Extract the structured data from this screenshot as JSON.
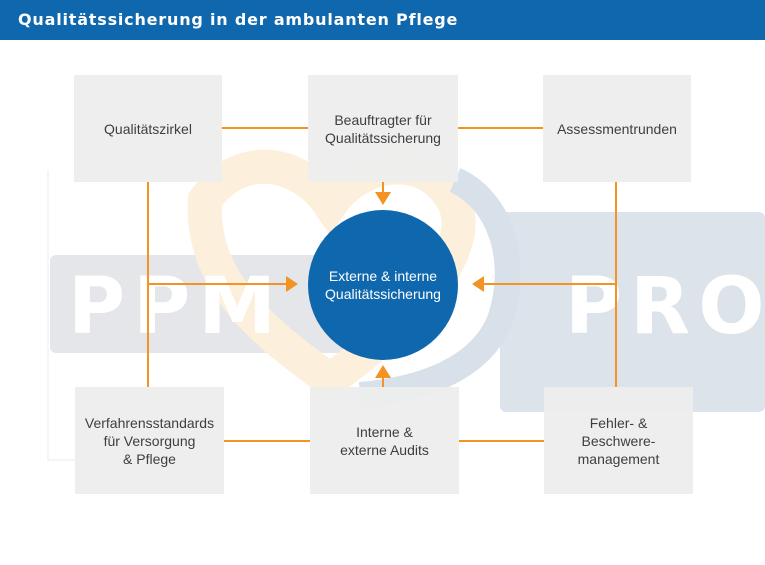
{
  "header": {
    "title": "Qualitätssicherung in der ambulanten Pflege"
  },
  "watermark": {
    "left_text": "PPM",
    "right_text": "PRO"
  },
  "diagram": {
    "center": "Externe & interne\nQualitätssicherung",
    "nodes": {
      "top_left": "Qualitätszirkel",
      "top_center": "Beauftragter für\nQualitätssicherung",
      "top_right": "Assessmentrunden",
      "bottom_left": "Verfahrensstandards\nfür Versorgung\n& Pflege",
      "bottom_center": "Interne &\nexterne Audits",
      "bottom_right": "Fehler- &\nBeschwere-\nmanagement"
    }
  },
  "colors": {
    "header_blue": "#0f67ad",
    "circle_blue": "#0f67ad",
    "connector_orange": "#f39323",
    "box_gray": "#eeeeee",
    "watermark_gray": "#dfe2e7",
    "watermark_orange": "#fdf0dd"
  }
}
